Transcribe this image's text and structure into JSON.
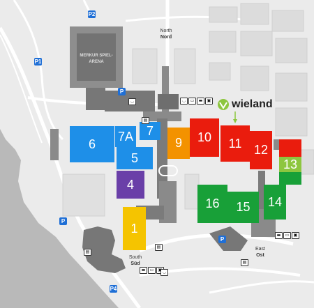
{
  "map": {
    "arena_label": "MERKUR SPIEL-ARENA",
    "north_label": "North",
    "north_sub": "Nord",
    "south_label": "South",
    "south_sub": "Süd",
    "east_label": "East",
    "east_sub": "Ost",
    "brand": "wieland",
    "parking": [
      "P1",
      "P2",
      "P4",
      "P",
      "P",
      "P"
    ],
    "halls": [
      {
        "id": "1",
        "color": "#f5c400"
      },
      {
        "id": "4",
        "color": "#6a3fa8"
      },
      {
        "id": "5",
        "color": "#1e8fe8"
      },
      {
        "id": "6",
        "color": "#1e8fe8"
      },
      {
        "id": "7A",
        "color": "#1e8fe8"
      },
      {
        "id": "7",
        "color": "#1e8fe8"
      },
      {
        "id": "9",
        "color": "#f39200"
      },
      {
        "id": "10",
        "color": "#ea1c0d"
      },
      {
        "id": "11",
        "color": "#ea1c0d"
      },
      {
        "id": "12",
        "color": "#ea1c0d"
      },
      {
        "id": "13",
        "color": "#8dc63f"
      },
      {
        "id": "14",
        "color": "#18a038"
      },
      {
        "id": "15",
        "color": "#18a038"
      },
      {
        "id": "16",
        "color": "#18a038"
      }
    ]
  }
}
